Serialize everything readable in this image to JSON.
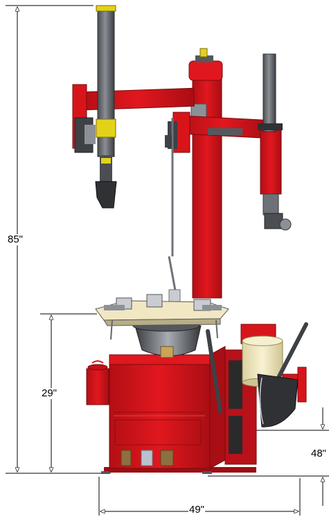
{
  "dimensions": {
    "overall_height": "85\"",
    "table_height": "29\"",
    "depth": "48\"",
    "width": "49\""
  },
  "colors": {
    "machine_red": "#d8141b",
    "dark_red": "#9c0d12",
    "steel_gray": "#6e7278",
    "dark_steel": "#3e4146",
    "yellow_band": "#e3d21a",
    "cream_drum": "#f3ecc4",
    "silver": "#c9ccd1",
    "dimension_line": "#000000"
  },
  "icons": [
    "arrow-up-icon",
    "arrow-down-icon",
    "arrow-left-icon",
    "arrow-right-icon"
  ]
}
